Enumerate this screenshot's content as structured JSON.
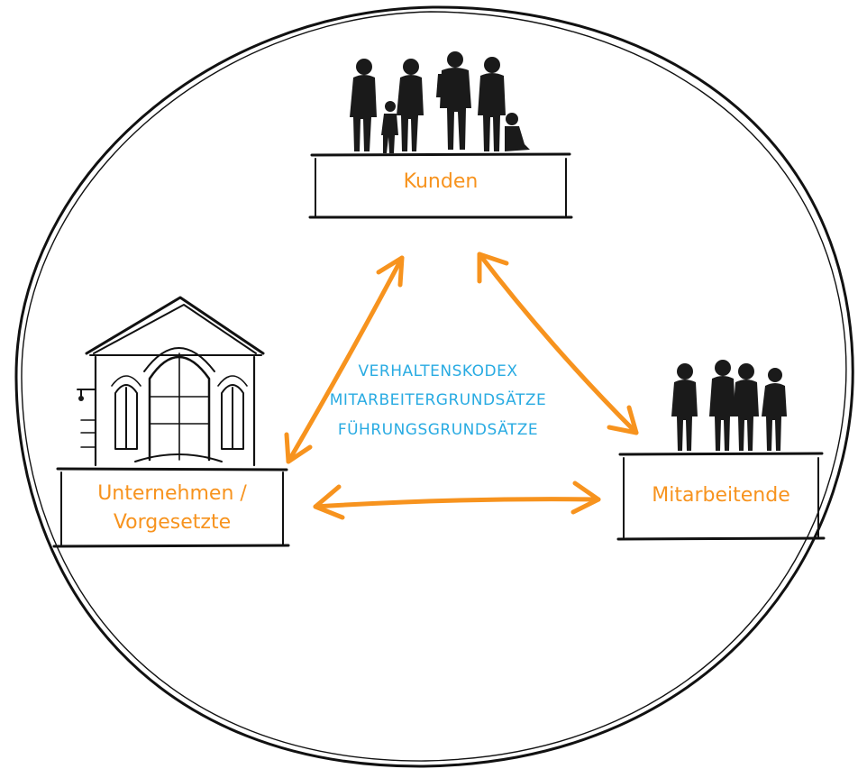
{
  "nodes": {
    "top": {
      "label": "Kunden"
    },
    "left": {
      "line1": "Unternehmen /",
      "line2": "Vorgesetzte"
    },
    "right": {
      "label": "Mitarbeitende"
    }
  },
  "center": {
    "lines": [
      "VERHALTENSKODEX",
      "MITARBEITERGRUNDSÄTZE",
      "FÜHRUNGSGRUNDSÄTZE"
    ]
  },
  "colors": {
    "accent": "#F7931E",
    "center_text": "#29ABE2",
    "ink": "#111111"
  },
  "icons": {
    "top": "people-group-icon",
    "left": "building-icon",
    "right": "people-group-icon",
    "edges": "double-arrow-icon"
  }
}
